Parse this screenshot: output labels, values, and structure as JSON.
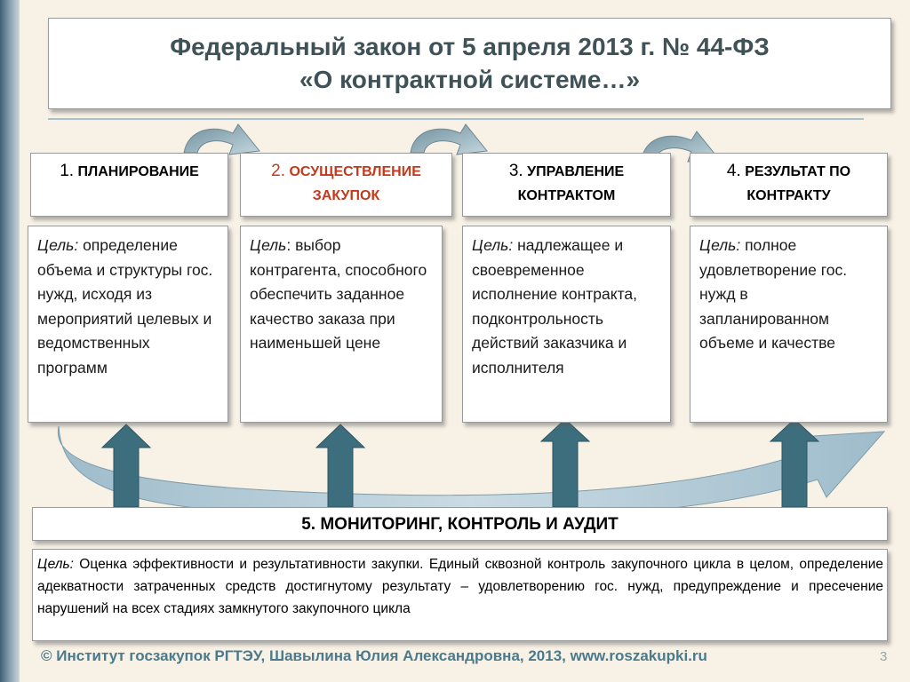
{
  "title": {
    "line1": "Федеральный закон от 5 апреля 2013 г. № 44-ФЗ",
    "line2": "«О контрактной системе…»"
  },
  "stages": [
    {
      "num": "1.",
      "label": "ПЛАНИРОВАНИЕ"
    },
    {
      "num": "2.",
      "label": "ОСУЩЕСТВЛЕНИЕ ЗАКУПОК"
    },
    {
      "num": "3.",
      "label": "УПРАВЛЕНИЕ КОНТРАКТОМ"
    },
    {
      "num": "4.",
      "label": "РЕЗУЛЬТАТ ПО КОНТРАКТУ"
    }
  ],
  "goals": [
    {
      "prefix": "Цель:",
      "text": " определение объема и структуры гос. нужд, исходя из мероприятий целевых и ведомственных программ"
    },
    {
      "prefix": "Цель",
      "text": ": выбор контрагента, способного обеспечить заданное качество заказа при наименьшей цене"
    },
    {
      "prefix": "Цель:",
      "text": " надлежащее  и своевременное исполнение контракта, подконтрольность действий заказчика и исполнителя"
    },
    {
      "prefix": "Цель:",
      "text": " полное удовлетворение гос. нужд в запланированном объеме и качестве"
    }
  ],
  "monitoring": {
    "title": "5. МОНИТОРИНГ, КОНТРОЛЬ И АУДИТ",
    "prefix": "Цель:",
    "text": " Оценка эффективности  и результативности закупки. Единый сквозной контроль закупочного цикла в целом, определение адекватности затраченных средств достигнутому результату – удовлетворению гос. нужд, предупреждение и пресечение нарушений на всех стадиях замкнутого закупочного цикла"
  },
  "footer": "© Институт госзакупок РГТЭУ, Шавылина Юлия Александровна, 2013, www.roszakupki.ru",
  "page_number": "3",
  "colors": {
    "accent_red": "#c23a1c",
    "title_text": "#3f5257",
    "arrow_teal": "#3d6e7e",
    "footer_text": "#4a7a8c"
  }
}
